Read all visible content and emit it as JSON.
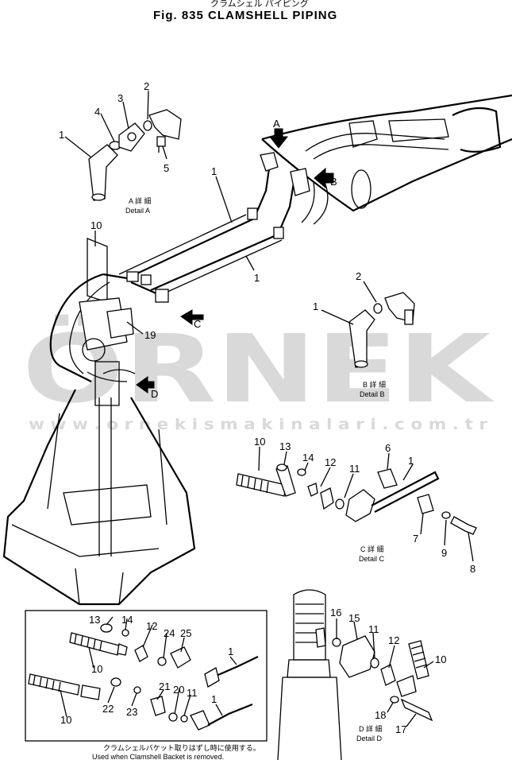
{
  "figure": {
    "title_jp": "クラムシェル パイピング",
    "title": "Fig. 835   CLAMSHELL PIPING"
  },
  "watermark": {
    "logo": "ÖRNEK",
    "url": "w w w . o r n e k i s m a k i n a l a r i . c o m . t r"
  },
  "callouts": {
    "A": "A",
    "B": "B",
    "C": "C",
    "D": "D"
  },
  "details": {
    "a_jp": "A 詳 細",
    "a_en": "Detail A",
    "b_jp": "B 詳 細",
    "b_en": "Detail B",
    "c_jp": "C 詳 細",
    "c_en": "Detail C",
    "d_jp": "D 詳 細",
    "d_en": "Detail D"
  },
  "labels": {
    "detA": [
      "1",
      "2",
      "3",
      "4",
      "5"
    ],
    "main": [
      "1",
      "1",
      "10",
      "19"
    ],
    "detB": [
      "1",
      "2"
    ],
    "detC": [
      "10",
      "13",
      "14",
      "12",
      "11",
      "6",
      "1",
      "7",
      "9",
      "8"
    ],
    "inset": [
      "13",
      "14",
      "12",
      "24",
      "25",
      "1",
      "10",
      "22",
      "23",
      "21",
      "20",
      "11",
      "1",
      "10"
    ],
    "detD": [
      "16",
      "15",
      "11",
      "12",
      "10",
      "18",
      "17"
    ]
  },
  "inset_note": {
    "jp": "クラムシェルバケット取りはずし時に使用する。",
    "en": "Used when Clamshell Backet is removed."
  }
}
